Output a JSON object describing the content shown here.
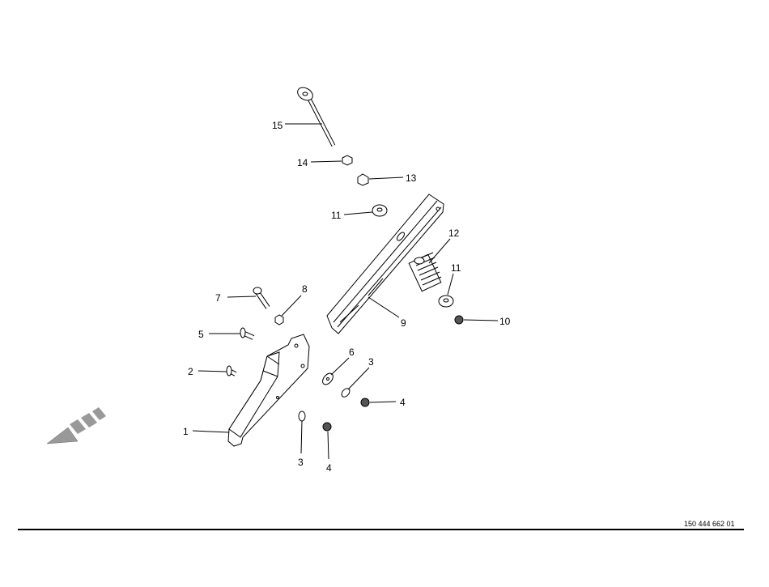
{
  "document_number": "150 444 662 01",
  "callouts": {
    "c15": "15",
    "c14": "14",
    "c13": "13",
    "c11a": "11",
    "c12": "12",
    "c11b": "11",
    "c10": "10",
    "c9": "9",
    "c8": "8",
    "c7": "7",
    "c5": "5",
    "c2": "2",
    "c1": "1",
    "c6": "6",
    "c3a": "3",
    "c4a": "4",
    "c3b": "3",
    "c4b": "4"
  },
  "colors": {
    "line": "#000000",
    "arrow": "#999999"
  }
}
